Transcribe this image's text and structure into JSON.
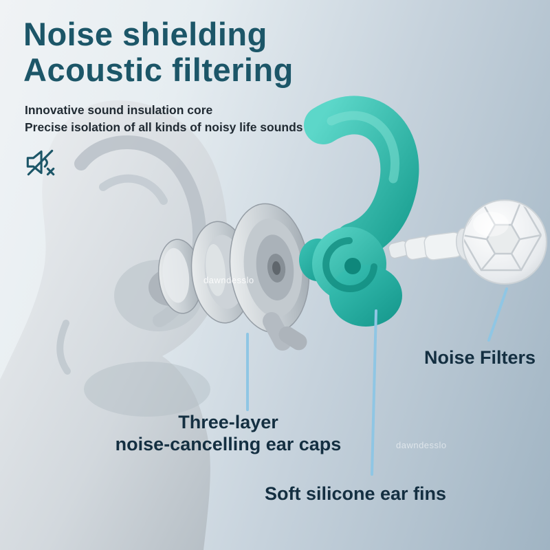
{
  "header": {
    "title_line1": "Noise shielding",
    "title_line2": "Acoustic filtering",
    "subtitle_line1": "Innovative sound insulation core",
    "subtitle_line2": "Precise isolation of all kinds of noisy life sounds"
  },
  "icons": {
    "muted_speaker": "speaker-with-slash-and-x"
  },
  "callouts": {
    "noise_filters": "Noise Filters",
    "ear_caps_line1": "Three-layer",
    "ear_caps_line2": "noise-cancelling ear caps",
    "ear_fins": "Soft silicone ear fins"
  },
  "watermark": "dawndesslo",
  "colors": {
    "title": "#1c5668",
    "label": "#142f41",
    "callout_line": "#8fc6e4",
    "earplug_teal": "#2db3a6",
    "earplug_teal_dark": "#13958a",
    "ear_gray": "#c6cdd3",
    "filter_white": "#eff2f3",
    "background_start": "#f0f3f5",
    "background_end": "#a0b4c3"
  }
}
